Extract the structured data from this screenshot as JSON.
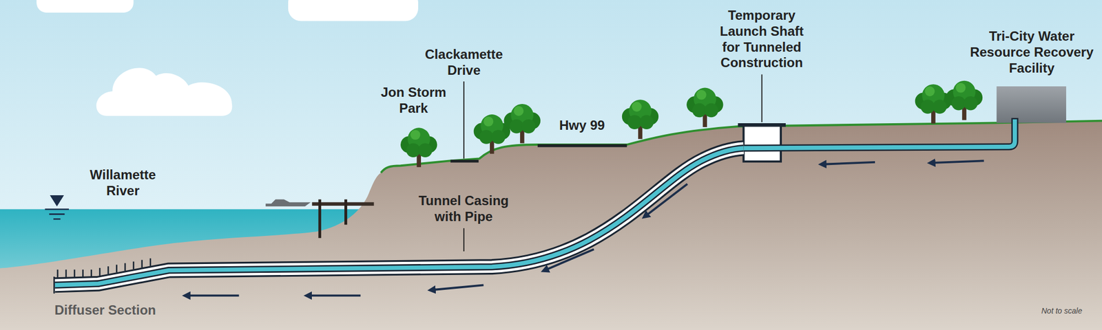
{
  "diagram": {
    "labels": [
      "Willamette River",
      "Jon Storm Park",
      "Clackamette Drive",
      "Hwy 99",
      "Temporary Launch Shaft for Tunneled Construction",
      "Tri-City Water Resource Recovery Facility",
      "Tunnel Casing with Pipe",
      "Diffuser Section",
      "Not to scale"
    ]
  }
}
